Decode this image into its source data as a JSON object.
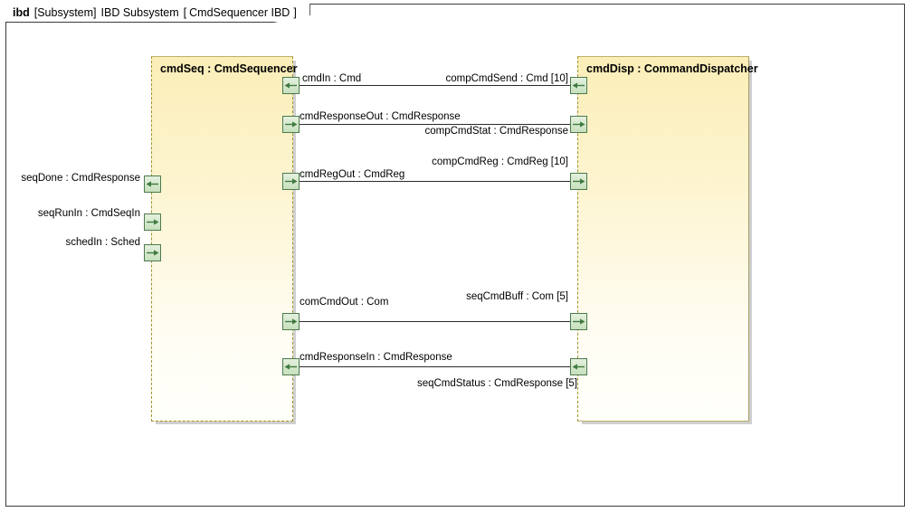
{
  "frame": {
    "kind": "ibd",
    "context": "[Subsystem]",
    "name": "IBD Subsystem",
    "bracket_open": "[",
    "subtitle": "CmdSequencer IBD",
    "bracket_close": "]"
  },
  "blocks": {
    "left": {
      "title": "cmdSeq : CmdSequencer"
    },
    "right": {
      "title": "cmdDisp : CommandDispatcher"
    }
  },
  "colors": {
    "block_fill_top": "#fbeeb8",
    "block_fill_bottom": "#fffffa",
    "block_border": "#a0932f",
    "port_fill": "#d4e8cc",
    "port_border": "#4d7a4d",
    "port_arrow": "#3f7a3f",
    "connector": "#2b2b2b",
    "frame_border": "#3b3b3b"
  },
  "connectors": [
    {
      "id": "cmd-send",
      "left_label": "cmdIn : Cmd",
      "right_label": "compCmdSend : Cmd [10]",
      "left_arrow": "left",
      "right_arrow": "left"
    },
    {
      "id": "cmd-stat",
      "left_label": "cmdResponseOut : CmdResponse",
      "right_label": "compCmdStat : CmdResponse",
      "left_arrow": "right",
      "right_arrow": "right"
    },
    {
      "id": "cmd-reg",
      "left_label": "cmdRegOut : CmdReg",
      "right_label": "compCmdReg : CmdReg [10]",
      "left_arrow": "right",
      "right_arrow": "right"
    },
    {
      "id": "cmd-buff",
      "left_label": "comCmdOut : Com",
      "right_label": "seqCmdBuff : Com [5]",
      "left_arrow": "right",
      "right_arrow": "right"
    },
    {
      "id": "cmd-status",
      "left_label": "cmdResponseIn : CmdResponse",
      "right_label": "seqCmdStatus : CmdResponse [5]",
      "left_arrow": "left",
      "right_arrow": "left"
    }
  ],
  "external_ports": [
    {
      "id": "seq-done",
      "label": "seqDone : CmdResponse",
      "arrow": "left"
    },
    {
      "id": "seq-run-in",
      "label": "seqRunIn : CmdSeqIn",
      "arrow": "right"
    },
    {
      "id": "sched-in",
      "label": "schedIn : Sched",
      "arrow": "right"
    }
  ]
}
